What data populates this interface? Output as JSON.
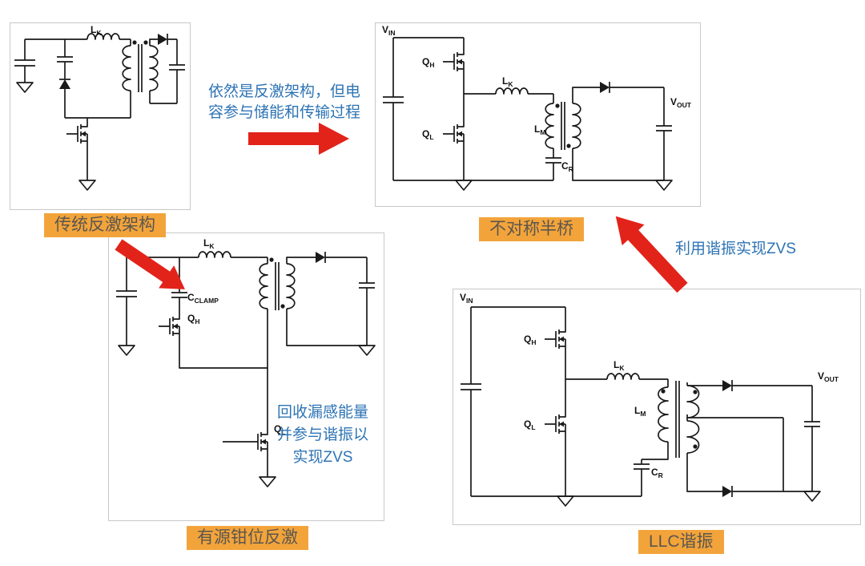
{
  "colors": {
    "badge_bg": "#F2A43B",
    "badge_text": "#5C564E",
    "blue": "#2E74B5",
    "red": "#E2231A",
    "panel_border": "#C8C8C8"
  },
  "badges": {
    "flyback": "传统反激架构",
    "ahb": "不对称半桥",
    "acf": "有源钳位反激",
    "llc": "LLC谐振"
  },
  "annotations": {
    "to_ahb_line1": "依然是反激架构，但电",
    "to_ahb_line2": "容参与储能和传输过程",
    "zvs_right": "利用谐振实现ZVS",
    "acf_line1": "回收漏感能量",
    "acf_line2": "并参与谐振以",
    "acf_line3": "实现ZVS"
  },
  "symbols": {
    "lk": {
      "m": "L",
      "s": "K"
    },
    "lm": {
      "m": "L",
      "s": "M"
    },
    "cr": {
      "m": "C",
      "s": "R"
    },
    "qh": {
      "m": "Q",
      "s": "H"
    },
    "ql": {
      "m": "Q",
      "s": "L"
    },
    "vin": {
      "m": "V",
      "s": "IN"
    },
    "vout": {
      "m": "V",
      "s": "OUT"
    },
    "cclamp": {
      "m": "C",
      "s": "CLAMP"
    }
  }
}
